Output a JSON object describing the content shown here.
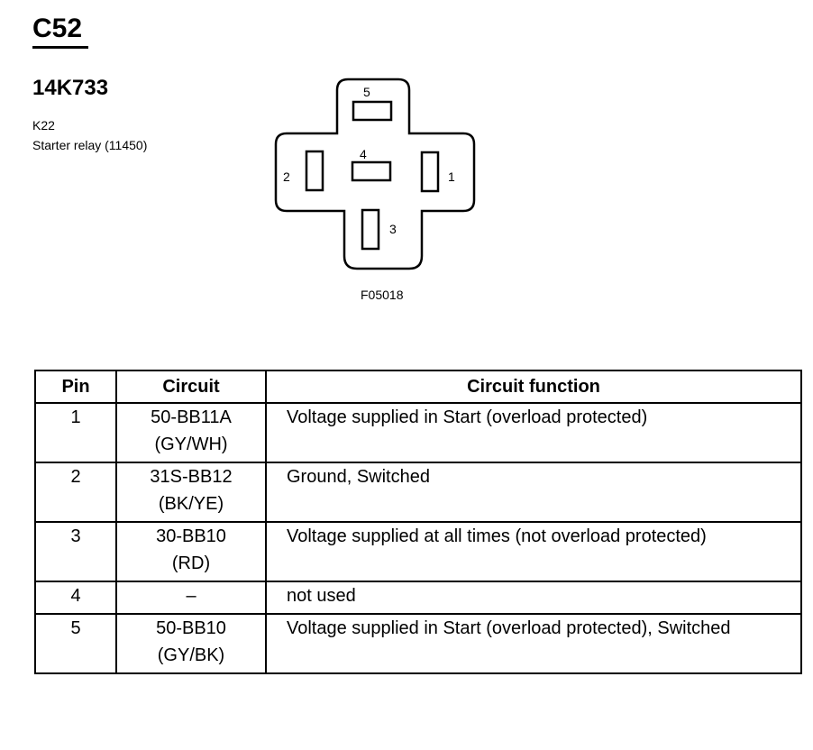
{
  "header": {
    "connector_code": "C52",
    "part_number": "14K733",
    "component_id": "K22",
    "component_name": "Starter relay (11450)"
  },
  "diagram": {
    "figure_id": "F05018",
    "pin_labels": {
      "pin1": "1",
      "pin2": "2",
      "pin3": "3",
      "pin4": "4",
      "pin5": "5"
    }
  },
  "table": {
    "headers": {
      "pin": "Pin",
      "circuit": "Circuit",
      "function": "Circuit function"
    },
    "rows": [
      {
        "pin": "1",
        "circuit_line1": "50-BB11A",
        "circuit_line2": "(GY/WH)",
        "function": "Voltage supplied in Start (overload protected)"
      },
      {
        "pin": "2",
        "circuit_line1": "31S-BB12",
        "circuit_line2": "(BK/YE)",
        "function": "Ground, Switched"
      },
      {
        "pin": "3",
        "circuit_line1": "30-BB10",
        "circuit_line2": "(RD)",
        "function": "Voltage supplied at all times (not overload protected)"
      },
      {
        "pin": "4",
        "circuit_line1": "–",
        "circuit_line2": "",
        "function": "not used"
      },
      {
        "pin": "5",
        "circuit_line1": "50-BB10",
        "circuit_line2": "(GY/BK)",
        "function": "Voltage supplied in Start (overload protected), Switched"
      }
    ]
  }
}
